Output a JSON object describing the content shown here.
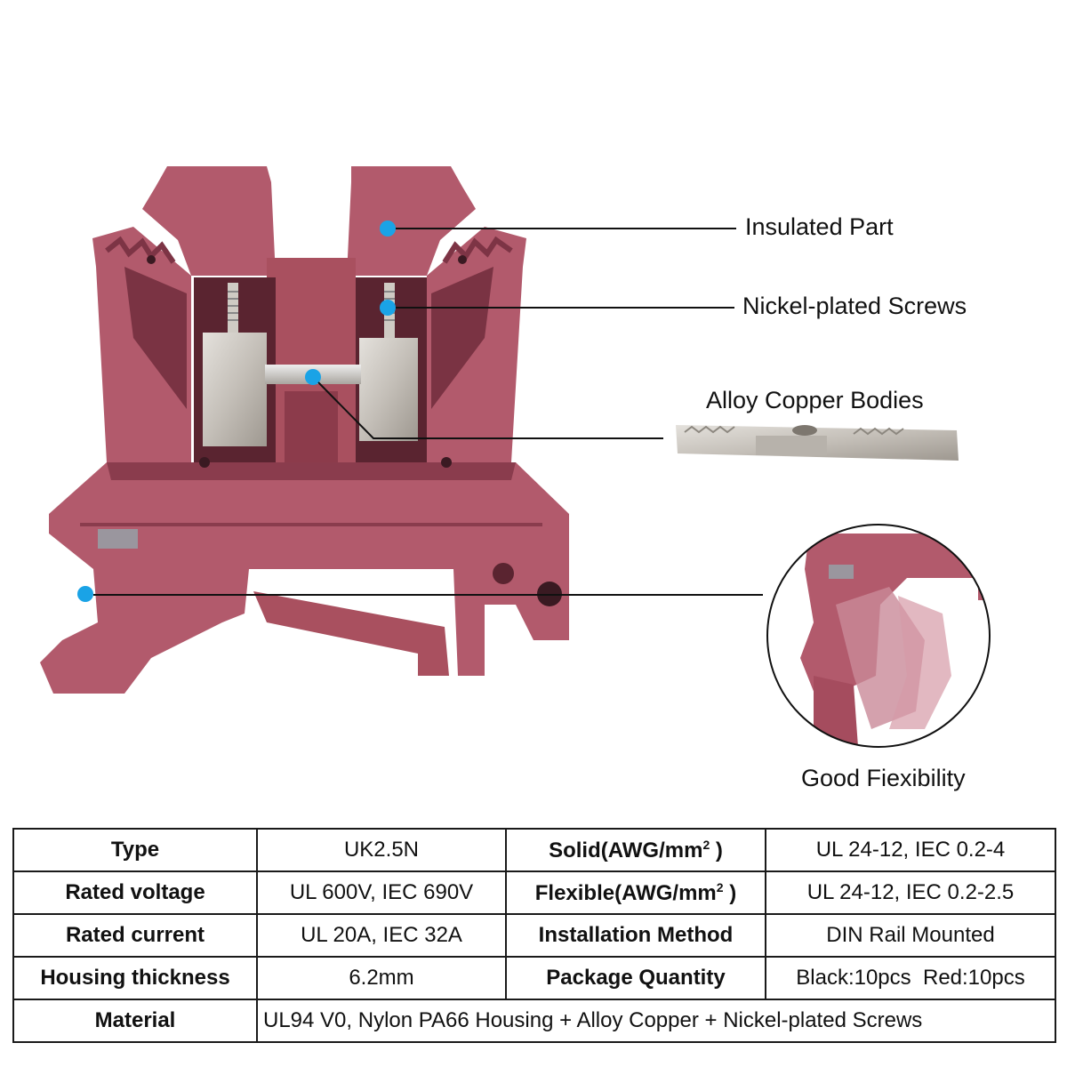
{
  "colors": {
    "housing": "#b25a6c",
    "housing_dark": "#8a3c4d",
    "housing_shadow": "#6e2c3b",
    "metal": "#c9c5bf",
    "marker": "#1aa3e6",
    "line": "#111111"
  },
  "callouts": {
    "insulated_part": "Insulated Part",
    "nickel_screws": "Nickel-plated Screws",
    "copper_bodies": "Alloy Copper Bodies",
    "flexibility": "Good Fiexibility"
  },
  "spec_table": {
    "row1": {
      "l1": "Type",
      "v1": "UK2.5N",
      "l2_main": "Solid(AWG/mm",
      "l2_sup": "2",
      "l2_end": " )",
      "v2": "UL 24-12, IEC 0.2-4"
    },
    "row2": {
      "l1": "Rated voltage",
      "v1": "UL 600V, IEC 690V",
      "l2_main": "Flexible(AWG/mm",
      "l2_sup": "2",
      "l2_end": " )",
      "v2": "UL 24-12, IEC 0.2-2.5"
    },
    "row3": {
      "l1": "Rated current",
      "v1": "UL 20A, IEC 32A",
      "l2": "Installation Method",
      "v2": "DIN Rail Mounted"
    },
    "row4": {
      "l1": "Housing thickness",
      "v1": "6.2mm",
      "l2": "Package Quantity",
      "v2": "Black:10pcs  Red:10pcs"
    },
    "row5": {
      "l1": "Material",
      "v1": "UL94 V0, Nylon PA66 Housing + Alloy Copper + Nickel-plated Screws"
    }
  }
}
